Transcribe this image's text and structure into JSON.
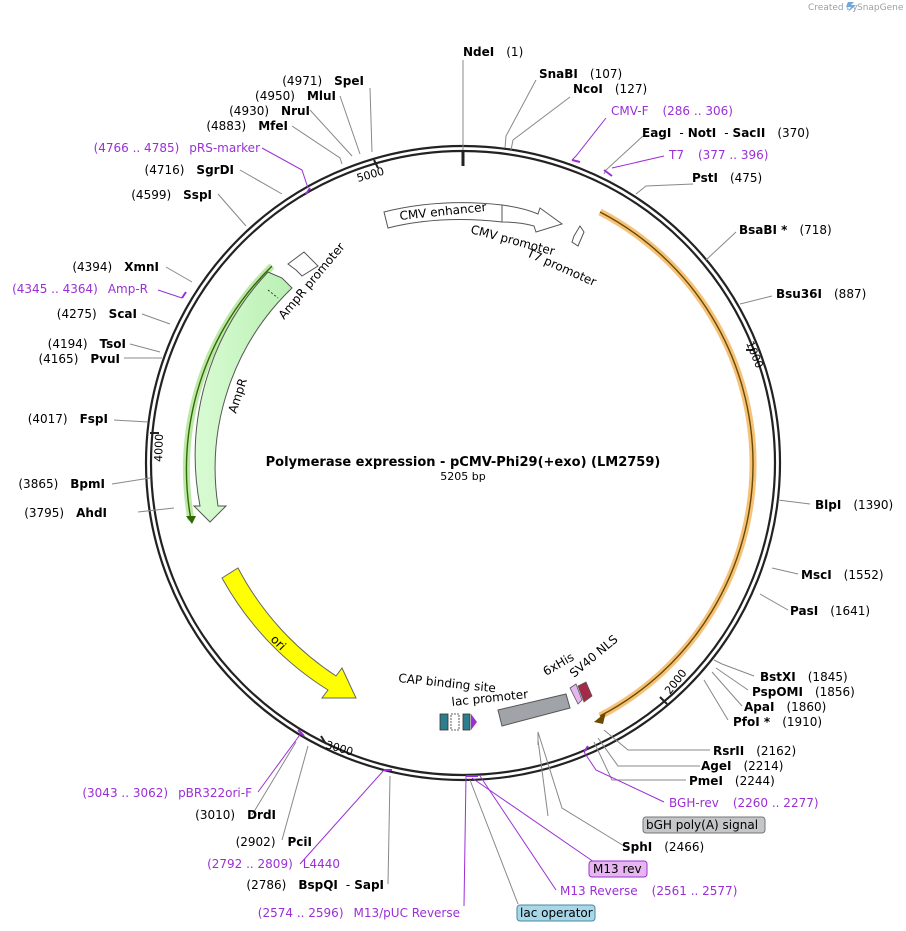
{
  "credit": {
    "prefix": "Created by",
    "brand": "SnapGene"
  },
  "plasmid": {
    "name": "Polymerase expression - pCMV-Phi29(+exo) (LM2759)",
    "size_label": "5205 bp"
  },
  "ruler": [
    {
      "label": "1000"
    },
    {
      "label": "2000"
    },
    {
      "label": "3000"
    },
    {
      "label": "4000"
    },
    {
      "label": "5000"
    }
  ],
  "sites": [
    {
      "key": "ndei",
      "name": "NdeI",
      "pos": "(1)"
    },
    {
      "key": "snabi",
      "name": "SnaBI",
      "pos": "(107)"
    },
    {
      "key": "ncoi",
      "name": "NcoI",
      "pos": "(127)"
    },
    {
      "key": "eagi",
      "name": "EagI",
      "sep1": "-",
      "name2": "NotI",
      "sep2": "-",
      "name3": "SacII",
      "pos": "(370)"
    },
    {
      "key": "psti",
      "name": "PstI",
      "pos": "(475)"
    },
    {
      "key": "bsabi",
      "name": "BsaBI *",
      "pos": "(718)"
    },
    {
      "key": "bsu36i",
      "name": "Bsu36I",
      "pos": "(887)"
    },
    {
      "key": "blpi",
      "name": "BlpI",
      "pos": "(1390)"
    },
    {
      "key": "msci",
      "name": "MscI",
      "pos": "(1552)"
    },
    {
      "key": "pasi",
      "name": "PasI",
      "pos": "(1641)"
    },
    {
      "key": "bstxi",
      "name": "BstXI",
      "pos": "(1845)"
    },
    {
      "key": "pspomi",
      "name": "PspOMI",
      "pos": "(1856)"
    },
    {
      "key": "apai",
      "name": "ApaI",
      "pos": "(1860)"
    },
    {
      "key": "pfoi",
      "name": "PfoI *",
      "pos": "(1910)"
    },
    {
      "key": "rsrii",
      "name": "RsrII",
      "pos": "(2162)"
    },
    {
      "key": "agei",
      "name": "AgeI",
      "pos": "(2214)"
    },
    {
      "key": "pmei",
      "name": "PmeI",
      "pos": "(2244)"
    },
    {
      "key": "sphi",
      "name": "SphI",
      "pos": "(2466)"
    },
    {
      "key": "bspqi",
      "name": "BspQI",
      "sep1": "-",
      "name2": "SapI",
      "pos": "(2786)"
    },
    {
      "key": "pcii",
      "name": "PciI",
      "pos": "(2902)"
    },
    {
      "key": "drdi",
      "name": "DrdI",
      "pos": "(3010)"
    },
    {
      "key": "ahdi",
      "name": "AhdI",
      "pos": "(3795)"
    },
    {
      "key": "bpmi",
      "name": "BpmI",
      "pos": "(3865)"
    },
    {
      "key": "fspi",
      "name": "FspI",
      "pos": "(4017)"
    },
    {
      "key": "pvui",
      "name": "PvuI",
      "pos": "(4165)"
    },
    {
      "key": "tsoi",
      "name": "TsoI",
      "pos": "(4194)"
    },
    {
      "key": "scai",
      "name": "ScaI",
      "pos": "(4275)"
    },
    {
      "key": "xmni",
      "name": "XmnI",
      "pos": "(4394)"
    },
    {
      "key": "sspi",
      "name": "SspI",
      "pos": "(4599)"
    },
    {
      "key": "sgrdi",
      "name": "SgrDI",
      "pos": "(4716)"
    },
    {
      "key": "mfei",
      "name": "MfeI",
      "pos": "(4883)"
    },
    {
      "key": "nrui",
      "name": "NruI",
      "pos": "(4930)"
    },
    {
      "key": "mlui",
      "name": "MluI",
      "pos": "(4950)"
    },
    {
      "key": "spei",
      "name": "SpeI",
      "pos": "(4971)"
    }
  ],
  "primers": [
    {
      "key": "cmvf",
      "name": "CMV-F",
      "range": "(286 .. 306)"
    },
    {
      "key": "t7",
      "name": "T7",
      "range": "(377 .. 396)"
    },
    {
      "key": "bghrev",
      "name": "BGH-rev",
      "range": "(2260 .. 2277)"
    },
    {
      "key": "m13reverse",
      "name": "M13 Reverse",
      "range": "(2561 .. 2577)"
    },
    {
      "key": "m13puc",
      "name": "M13/pUC Reverse",
      "range": "(2574 .. 2596)"
    },
    {
      "key": "l4440",
      "name": "L4440",
      "range": "(2792 .. 2809)"
    },
    {
      "key": "pbr322",
      "name": "pBR322ori-F",
      "range": "(3043 .. 3062)"
    },
    {
      "key": "ampr",
      "name": "Amp-R",
      "range": "(4345 .. 4364)"
    },
    {
      "key": "prs",
      "name": "pRS-marker",
      "range": "(4766 .. 4785)"
    }
  ],
  "boxed_features": {
    "bgh": "bGH poly(A) signal",
    "m13rev": "M13 rev",
    "lacop": "lac operator"
  },
  "features": {
    "cmv_enhancer": "CMV enhancer",
    "cmv_promoter": "CMV promoter",
    "t7_promoter": "T7 promoter",
    "ampr_promoter": "AmpR promoter",
    "ampr": "AmpR",
    "ori": "ori",
    "cap": "CAP binding site",
    "lac_promoter": "lac promoter",
    "his": "6xHis",
    "sv40": "SV40 NLS"
  },
  "colors": {
    "backbone": "#222222",
    "primer": "#9b2fd6",
    "cds_orange": "#f5a623",
    "ampr_green": "#c8f7c5",
    "ori_yellow": "#ffff00",
    "bgh_gray": "#a0a4a8",
    "m13rev_pink": "#e7b6f0",
    "lacop_blue": "#a8d8e8"
  }
}
